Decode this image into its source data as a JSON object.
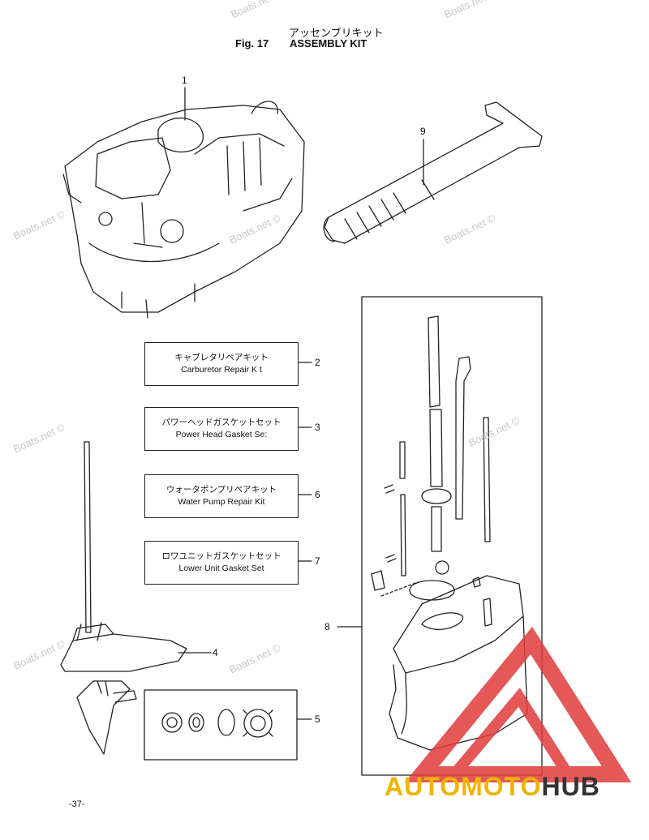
{
  "header": {
    "title_jp": "アッセンブリキット",
    "fig_label": "Fig. 17",
    "fig_title": "ASSEMBLY KIT"
  },
  "kits": [
    {
      "jp": "キャブレタリペアキット",
      "en": "Carburetor Repair K t",
      "num": "2"
    },
    {
      "jp": "パワーヘッドガスケットセット",
      "en": "Power Head Gasket Se:",
      "num": "3"
    },
    {
      "jp": "ウォータポンプリペアキット",
      "en": "Water Pump Repair Kit",
      "num": "6"
    },
    {
      "jp": "ロワユニットガスケットセット",
      "en": "Lower Unit Gasket Set",
      "num": "7"
    }
  ],
  "callouts": {
    "n1": "1",
    "n4": "4",
    "n5": "5",
    "n8": "8",
    "n9": "9"
  },
  "watermarks": [
    "Boats.net ©",
    "Boats.net ©",
    "Boats.net ©",
    "Boats.net ©",
    "Boats.net ©",
    "Boats.net ©",
    "Boats.net ©",
    "Boats.net ©",
    "Boats.net ©"
  ],
  "footer": {
    "page": "-37-"
  },
  "brand": {
    "part1": "AUTOMOTO",
    "part2": "HUB",
    "accent": "#f0b400",
    "logo_color": "#e03c3c"
  }
}
